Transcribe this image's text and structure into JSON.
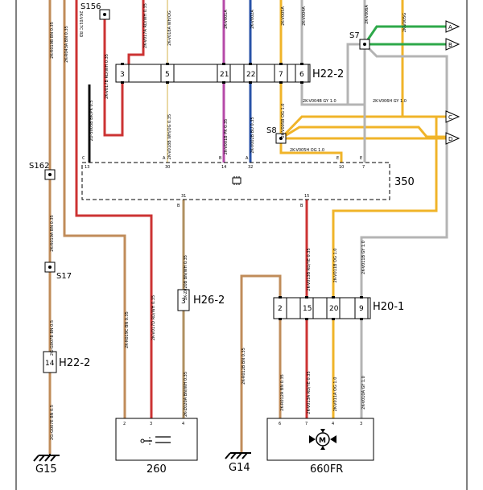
{
  "colors": {
    "brown": "#c08c5a",
    "red": "#cc3333",
    "black": "#111111",
    "yellow": "#f0b429",
    "gray": "#b4b4b4",
    "pink": "#b64aa8",
    "blue": "#2852a8",
    "green": "#2ea84a",
    "white": "#ffffff"
  },
  "labels": {
    "s156": "S156",
    "s162": "S162",
    "s17": "S17",
    "s7": "S7",
    "s8": "S8",
    "h22_left": "H22-2",
    "h22_top": "H22-2",
    "h26": "H26-2",
    "h20": "H20-1",
    "g15": "G15",
    "g14": "G14",
    "comp260": "260",
    "comp350": "350",
    "comp660": "660FR",
    "arrowA": "A",
    "arrowB": "B",
    "arrowC": "C",
    "arrowD": "D"
  },
  "pins": {
    "h22_top": [
      "3",
      "5",
      "21",
      "22",
      "7",
      "6"
    ],
    "h20": [
      "2",
      "15",
      "20",
      "9"
    ],
    "h26": "3",
    "h22_left": "14",
    "m350_top": [
      "13",
      "30",
      "14",
      "32",
      "10",
      "7"
    ],
    "m350_letters": [
      "C",
      "A",
      "B",
      "A",
      "E",
      "E"
    ],
    "m350_bottom": [
      "31",
      "15"
    ],
    "m350_bottom_letters": [
      "B",
      "B"
    ],
    "comp260": [
      "2",
      "3",
      "4"
    ],
    "comp660": [
      "6",
      "7",
      "4",
      "3"
    ]
  },
  "wire_codes": {
    "w1": "2K-R019B BN 0.35",
    "w2": "2K-R043A BN 0.35",
    "w3": "2K-V017C RD",
    "w4": "2K-V017A RD/WH 0.35",
    "w5": "2K-V018A WH/OG",
    "w6": "2K-V001A",
    "w7": "2K-V002A",
    "w8": "2K-V005A",
    "w9": "2K-V004A",
    "w10": "2K-V006A",
    "w11": "2K-V005G",
    "w12": "2D-S003B BK/PK 0.5",
    "w13": "2K-V017B RD/WH 0.35",
    "w14": "2K-V018B WH/OG 0.35",
    "w15": "2K-V001B PK 0.35",
    "w16": "2K-V002B BU 0.35",
    "w17": "2K-V005B OG 1.0",
    "w18": "2K-V004B GY 1.0",
    "w19": "2K-V006H GY 1.0",
    "w20": "2K-V005H OG 1.0",
    "w21": "2K-R019A BN 0.35",
    "w22": "2G-G007B BN 0.5",
    "w23": "2G-G007E BN 0.5",
    "w24": "2K-R019C BN 0.35",
    "w25": "2K-V017D RD/WH 0.35",
    "w26": "2K-Z020B BN/WH 0.35",
    "w27": "2K-Z020A BN/WH 0.35",
    "w28": "2K-R012B BN 0.35",
    "w29": "2K-V013B RD/YE 0.35",
    "w30": "2K-V011B OG 1.0",
    "w31": "2K-V011B GY 1.0",
    "w32": "2K-R012A BN 0.35",
    "w33": "2K-V013A RD/YE 0.35",
    "w34": "2K-V011A OG 1.0",
    "w35": "2K-V010A GY 1.0"
  }
}
